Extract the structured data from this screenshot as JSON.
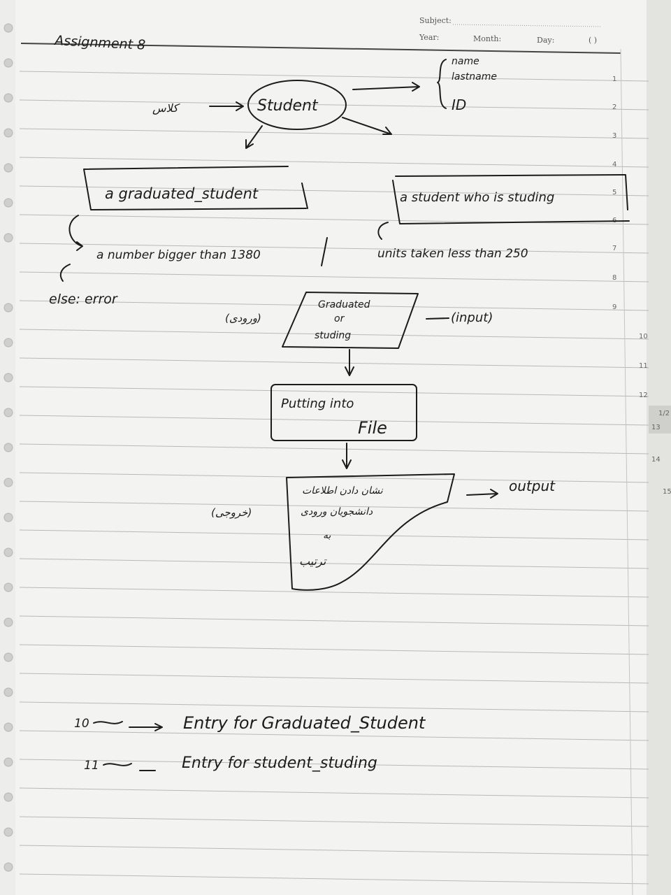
{
  "header": {
    "title": "Assignment 8",
    "subject_label": "Subject:",
    "year_label": "Year:",
    "month_label": "Month:",
    "day_label": "Day:",
    "paren": "(     )"
  },
  "line_numbers": [
    "1",
    "2",
    "3",
    "4",
    "5",
    "6",
    "7",
    "8",
    "9",
    "10",
    "11",
    "12",
    "1/2",
    "13",
    "14",
    "15"
  ],
  "class_label": "کلاس",
  "student": "Student",
  "attributes": [
    "name",
    "lastname",
    "ID"
  ],
  "graduated_box": "a graduated_student",
  "studying_box": "a student who is studing",
  "graduated_rule": "a number bigger than 1380",
  "else_rule": "else: error",
  "studying_rule": "units taken less than 250",
  "input_box": [
    "Graduated",
    "or",
    "studing"
  ],
  "input_fa": "(ورودی)",
  "input_en": "(input)",
  "process_box": [
    "Putting into",
    "File"
  ],
  "doc_lines": [
    "نشان دادن اطلاعات",
    "دانشجویان ورودی",
    "به",
    "ترتیب"
  ],
  "output_fa": "(خروجی)",
  "output_en": "output",
  "entries": [
    {
      "code": "10",
      "text": "Entry for Graduated_Student"
    },
    {
      "code": "11",
      "text": "Entry for student_studing"
    }
  ]
}
